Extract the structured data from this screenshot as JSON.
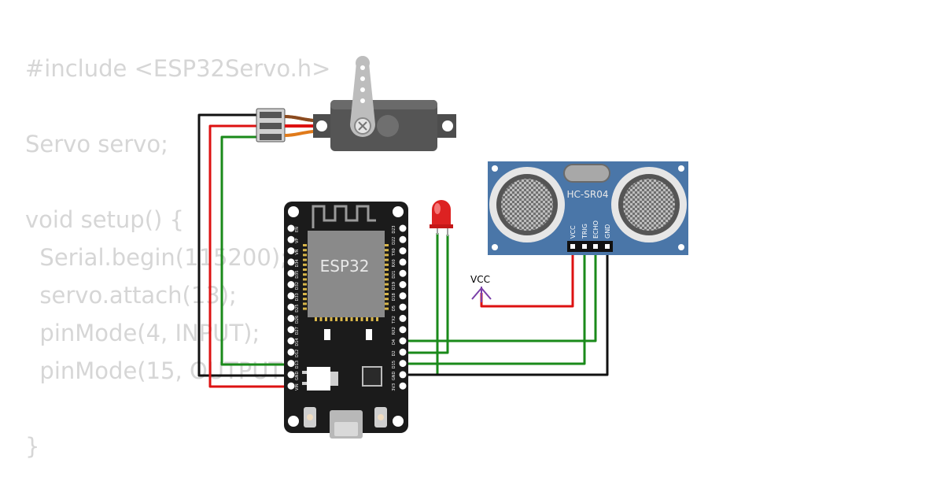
{
  "code": {
    "lines": [
      "#include <ESP32Servo.h>",
      "",
      "Servo servo;",
      "",
      "void setup() {",
      "  Serial.begin(115200);",
      "  servo.attach(13);",
      "  pinMode(4, INPUT);",
      "  pinMode(15, OUTPUT);",
      "",
      "}"
    ]
  },
  "board": {
    "label": "ESP32",
    "left_pins": [
      "EN",
      "VP",
      "VN",
      "D34",
      "D35",
      "D32",
      "D33",
      "D25",
      "D26",
      "D27",
      "D14",
      "D12",
      "D13",
      "GND",
      "VIN"
    ],
    "right_pins": [
      "D23",
      "D22",
      "TX0",
      "RX0",
      "D21",
      "D19",
      "D18",
      "D5",
      "TX2",
      "RX2",
      "D4",
      "D2",
      "D15",
      "GND",
      "3V3"
    ]
  },
  "sensor": {
    "label": "HC-SR04",
    "pins": [
      "VCC",
      "TRIG",
      "ECHO",
      "GND"
    ]
  },
  "power": {
    "label": "VCC"
  },
  "colors": {
    "wire_green": "#1a8a1a",
    "wire_red": "#dd1111",
    "wire_black": "#111111",
    "board": "#1b1b1b",
    "sensor": "#4a76a8",
    "servo": "#4d4d4d",
    "led": "#dd2222",
    "power": "#7a3fa8"
  }
}
